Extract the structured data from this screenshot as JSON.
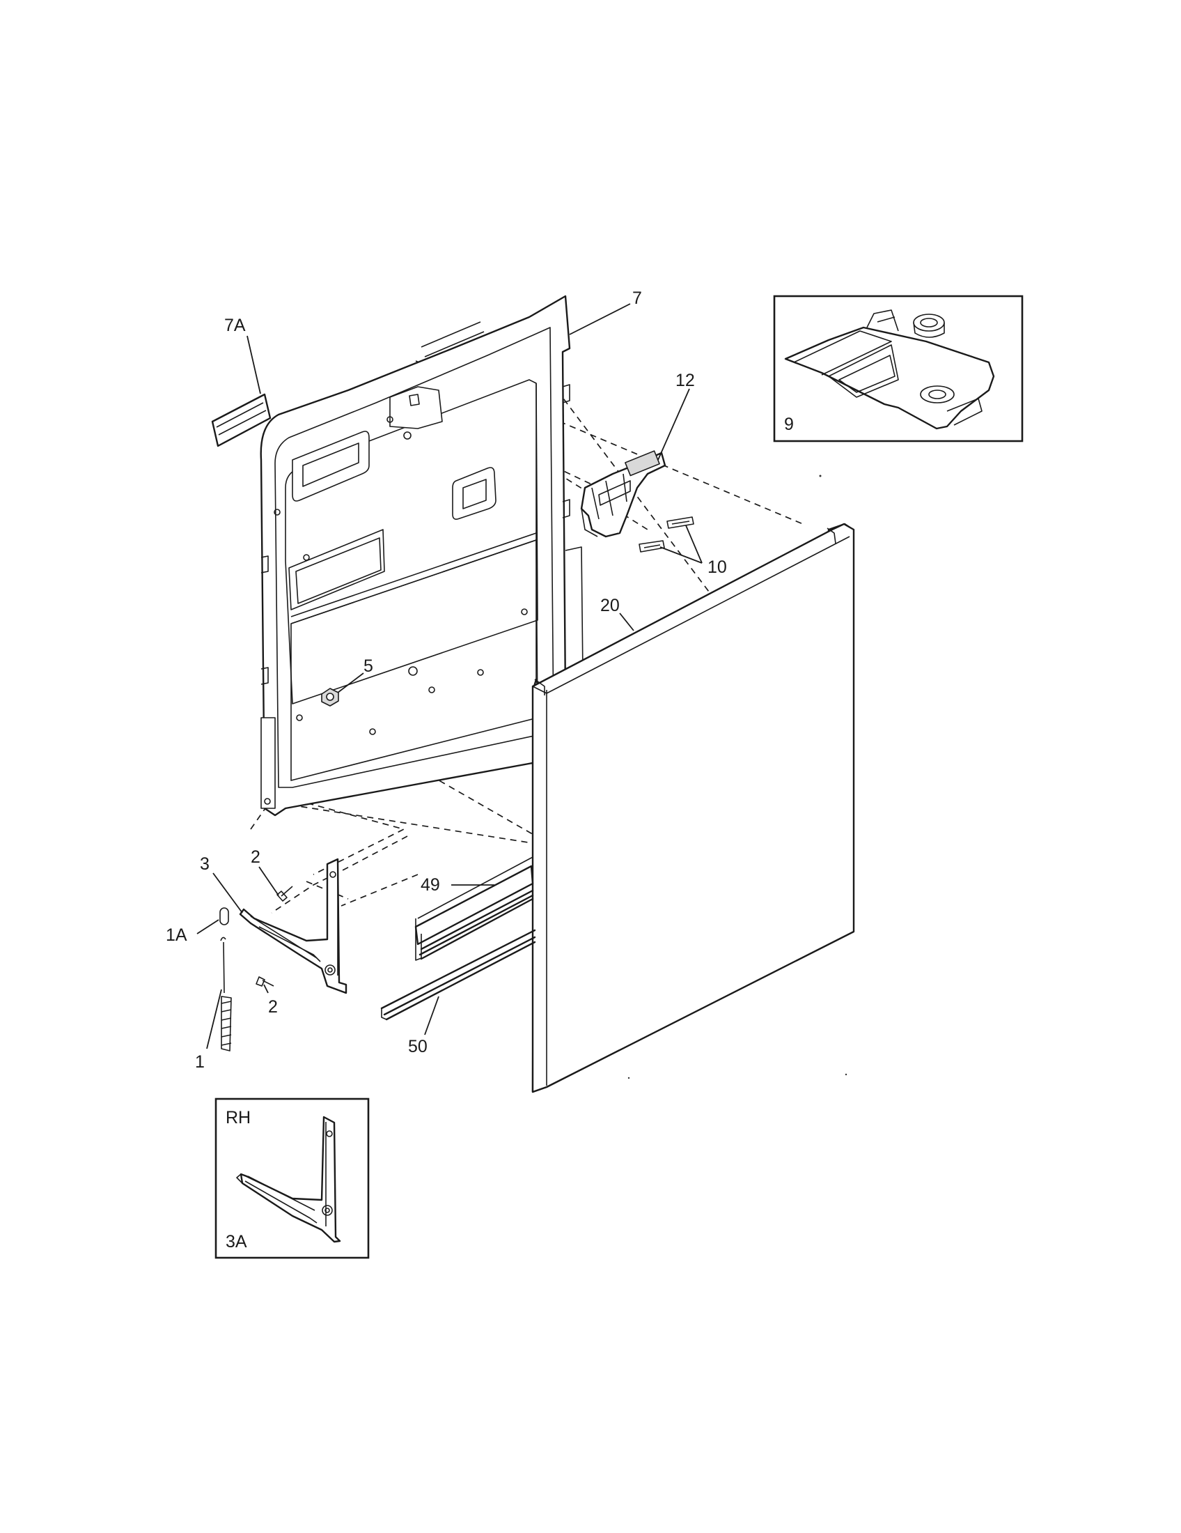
{
  "callouts": {
    "c7A": "7A",
    "c7": "7",
    "c12": "12",
    "c9": "9",
    "c10": "10",
    "c20": "20",
    "c5": "5",
    "c3": "3",
    "c2a": "2",
    "c2b": "2",
    "c49": "49",
    "c1A": "1A",
    "c1": "1",
    "c50": "50",
    "cRH": "RH",
    "c3A": "3A"
  }
}
